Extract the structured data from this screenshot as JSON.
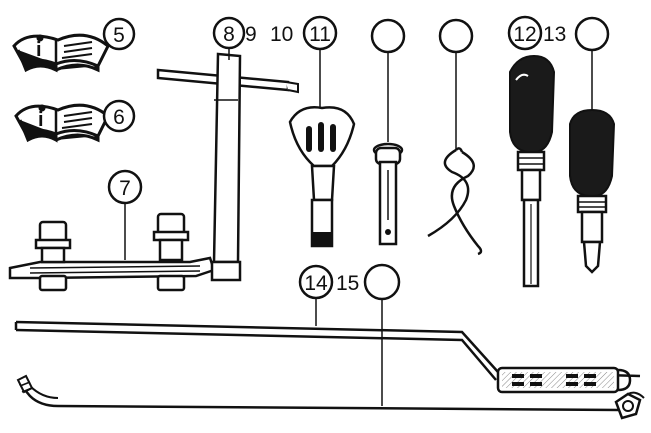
{
  "diagram": {
    "callouts": [
      {
        "id": "c5",
        "label": "5"
      },
      {
        "id": "c6",
        "label": "6"
      },
      {
        "id": "c7",
        "label": "7"
      },
      {
        "id": "c8",
        "label": "8"
      },
      {
        "id": "c11",
        "label": "11"
      },
      {
        "id": "c12",
        "label": "12"
      },
      {
        "id": "c14",
        "label": "14"
      },
      {
        "id": "c-blank-1",
        "label": ""
      },
      {
        "id": "c-blank-2",
        "label": ""
      },
      {
        "id": "c-blank-3",
        "label": ""
      },
      {
        "id": "c-blank-4",
        "label": ""
      }
    ],
    "loose_labels": {
      "n9": "9",
      "n10": "10",
      "n13": "13",
      "n15": "15"
    },
    "manual_icon_letter": "i",
    "colors": {
      "ink": "#111111",
      "paper": "#ffffff",
      "handle": "#1a1a1a",
      "hatch": "#888888"
    }
  }
}
